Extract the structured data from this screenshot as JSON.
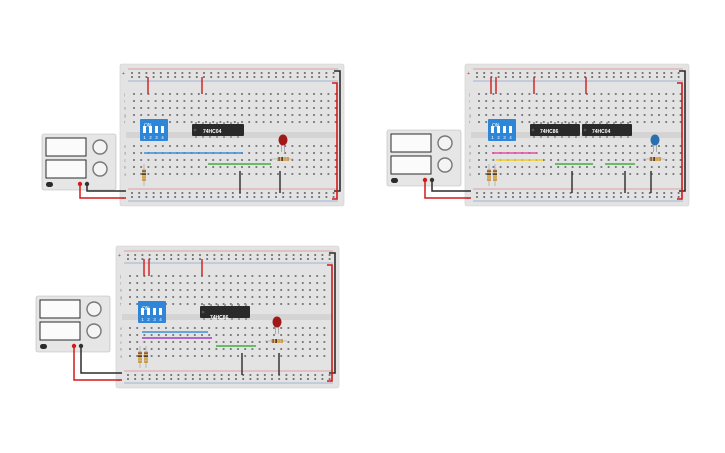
{
  "circuits": [
    {
      "id": "top-left",
      "chips": [
        "74HC04"
      ],
      "led_color": "#a01818",
      "dip": {
        "on_label": "ON",
        "numbers": [
          "1",
          "2",
          "3",
          "4"
        ]
      }
    },
    {
      "id": "top-right",
      "chips": [
        "74HC86",
        "74HC04"
      ],
      "led_color": "#2a6fb0",
      "dip": {
        "on_label": "ON",
        "numbers": [
          "1",
          "2",
          "3",
          "4"
        ]
      }
    },
    {
      "id": "bottom-left",
      "chips": [
        "74HC86"
      ],
      "led_color": "#a01818",
      "dip": {
        "on_label": "ON",
        "numbers": [
          "1",
          "2",
          "3",
          "4"
        ]
      }
    }
  ],
  "breadboard": {
    "row_letters_top": [
      "j",
      "i",
      "h",
      "g",
      "f"
    ],
    "row_letters_bottom": [
      "e",
      "d",
      "c",
      "b",
      "a"
    ],
    "rail_plus": "+",
    "rail_minus": "-"
  },
  "colors": {
    "board": "#e3e3e3",
    "rail_red": "#d62020",
    "rail_blue": "#2c5db0",
    "wire_black": "#2b2b2b",
    "wire_red": "#d21a1a",
    "wire_blue": "#3a8fd8",
    "wire_green": "#3fae3f",
    "wire_yellow": "#f0d020",
    "wire_purple": "#9b3fc4",
    "wire_pink": "#e04fa8",
    "dip_blue": "#2f86d6",
    "chip": "#2a2a2a"
  }
}
